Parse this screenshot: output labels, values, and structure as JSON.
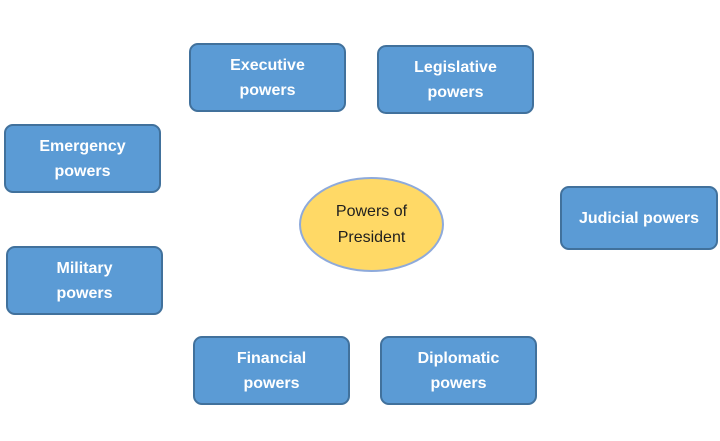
{
  "diagram": {
    "center": {
      "line1": "Powers of",
      "line2": "President"
    },
    "nodes": {
      "executive": {
        "line1": "Executive",
        "line2": "powers"
      },
      "legislative": {
        "line1": "Legislative",
        "line2": "powers"
      },
      "emergency": {
        "line1": "Emergency",
        "line2": "powers"
      },
      "judicial": {
        "line1": "Judicial powers"
      },
      "military": {
        "line1": "Military",
        "line2": "powers"
      },
      "financial": {
        "line1": "Financial",
        "line2": "powers"
      },
      "diplomatic": {
        "line1": "Diplomatic",
        "line2": "powers"
      }
    },
    "colors": {
      "node_fill": "#5b9bd5",
      "node_border": "#41719c",
      "node_text": "#ffffff",
      "center_fill": "#ffd966",
      "center_border": "#8eaadb",
      "center_text": "#1f1f1f"
    }
  }
}
